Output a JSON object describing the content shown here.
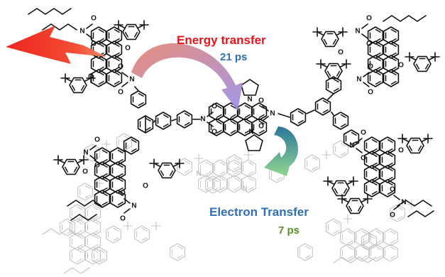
{
  "labels": {
    "energy_transfer": "Energy transfer",
    "energy_time": "21 ps",
    "electron_transfer": "Electron Transfer",
    "electron_time": "7 ps"
  },
  "colors": {
    "energy_text": "#e8141b",
    "energy_time_text": "#2e6fb5",
    "electron_text": "#2e6fb5",
    "electron_time_text": "#5a8f2d",
    "bond": "#111111",
    "faded_bond": "#c4c4c4",
    "lightning": "#ee3320",
    "energy_arrow_start": "#e8836e",
    "energy_arrow_end": "#9a8ee8",
    "electron_arrow_start": "#1e6f96",
    "electron_arrow_end": "#8cd48a"
  },
  "icons": [
    "lightning-bolt-icon",
    "energy-transfer-arrow-icon",
    "electron-transfer-arrow-icon"
  ]
}
